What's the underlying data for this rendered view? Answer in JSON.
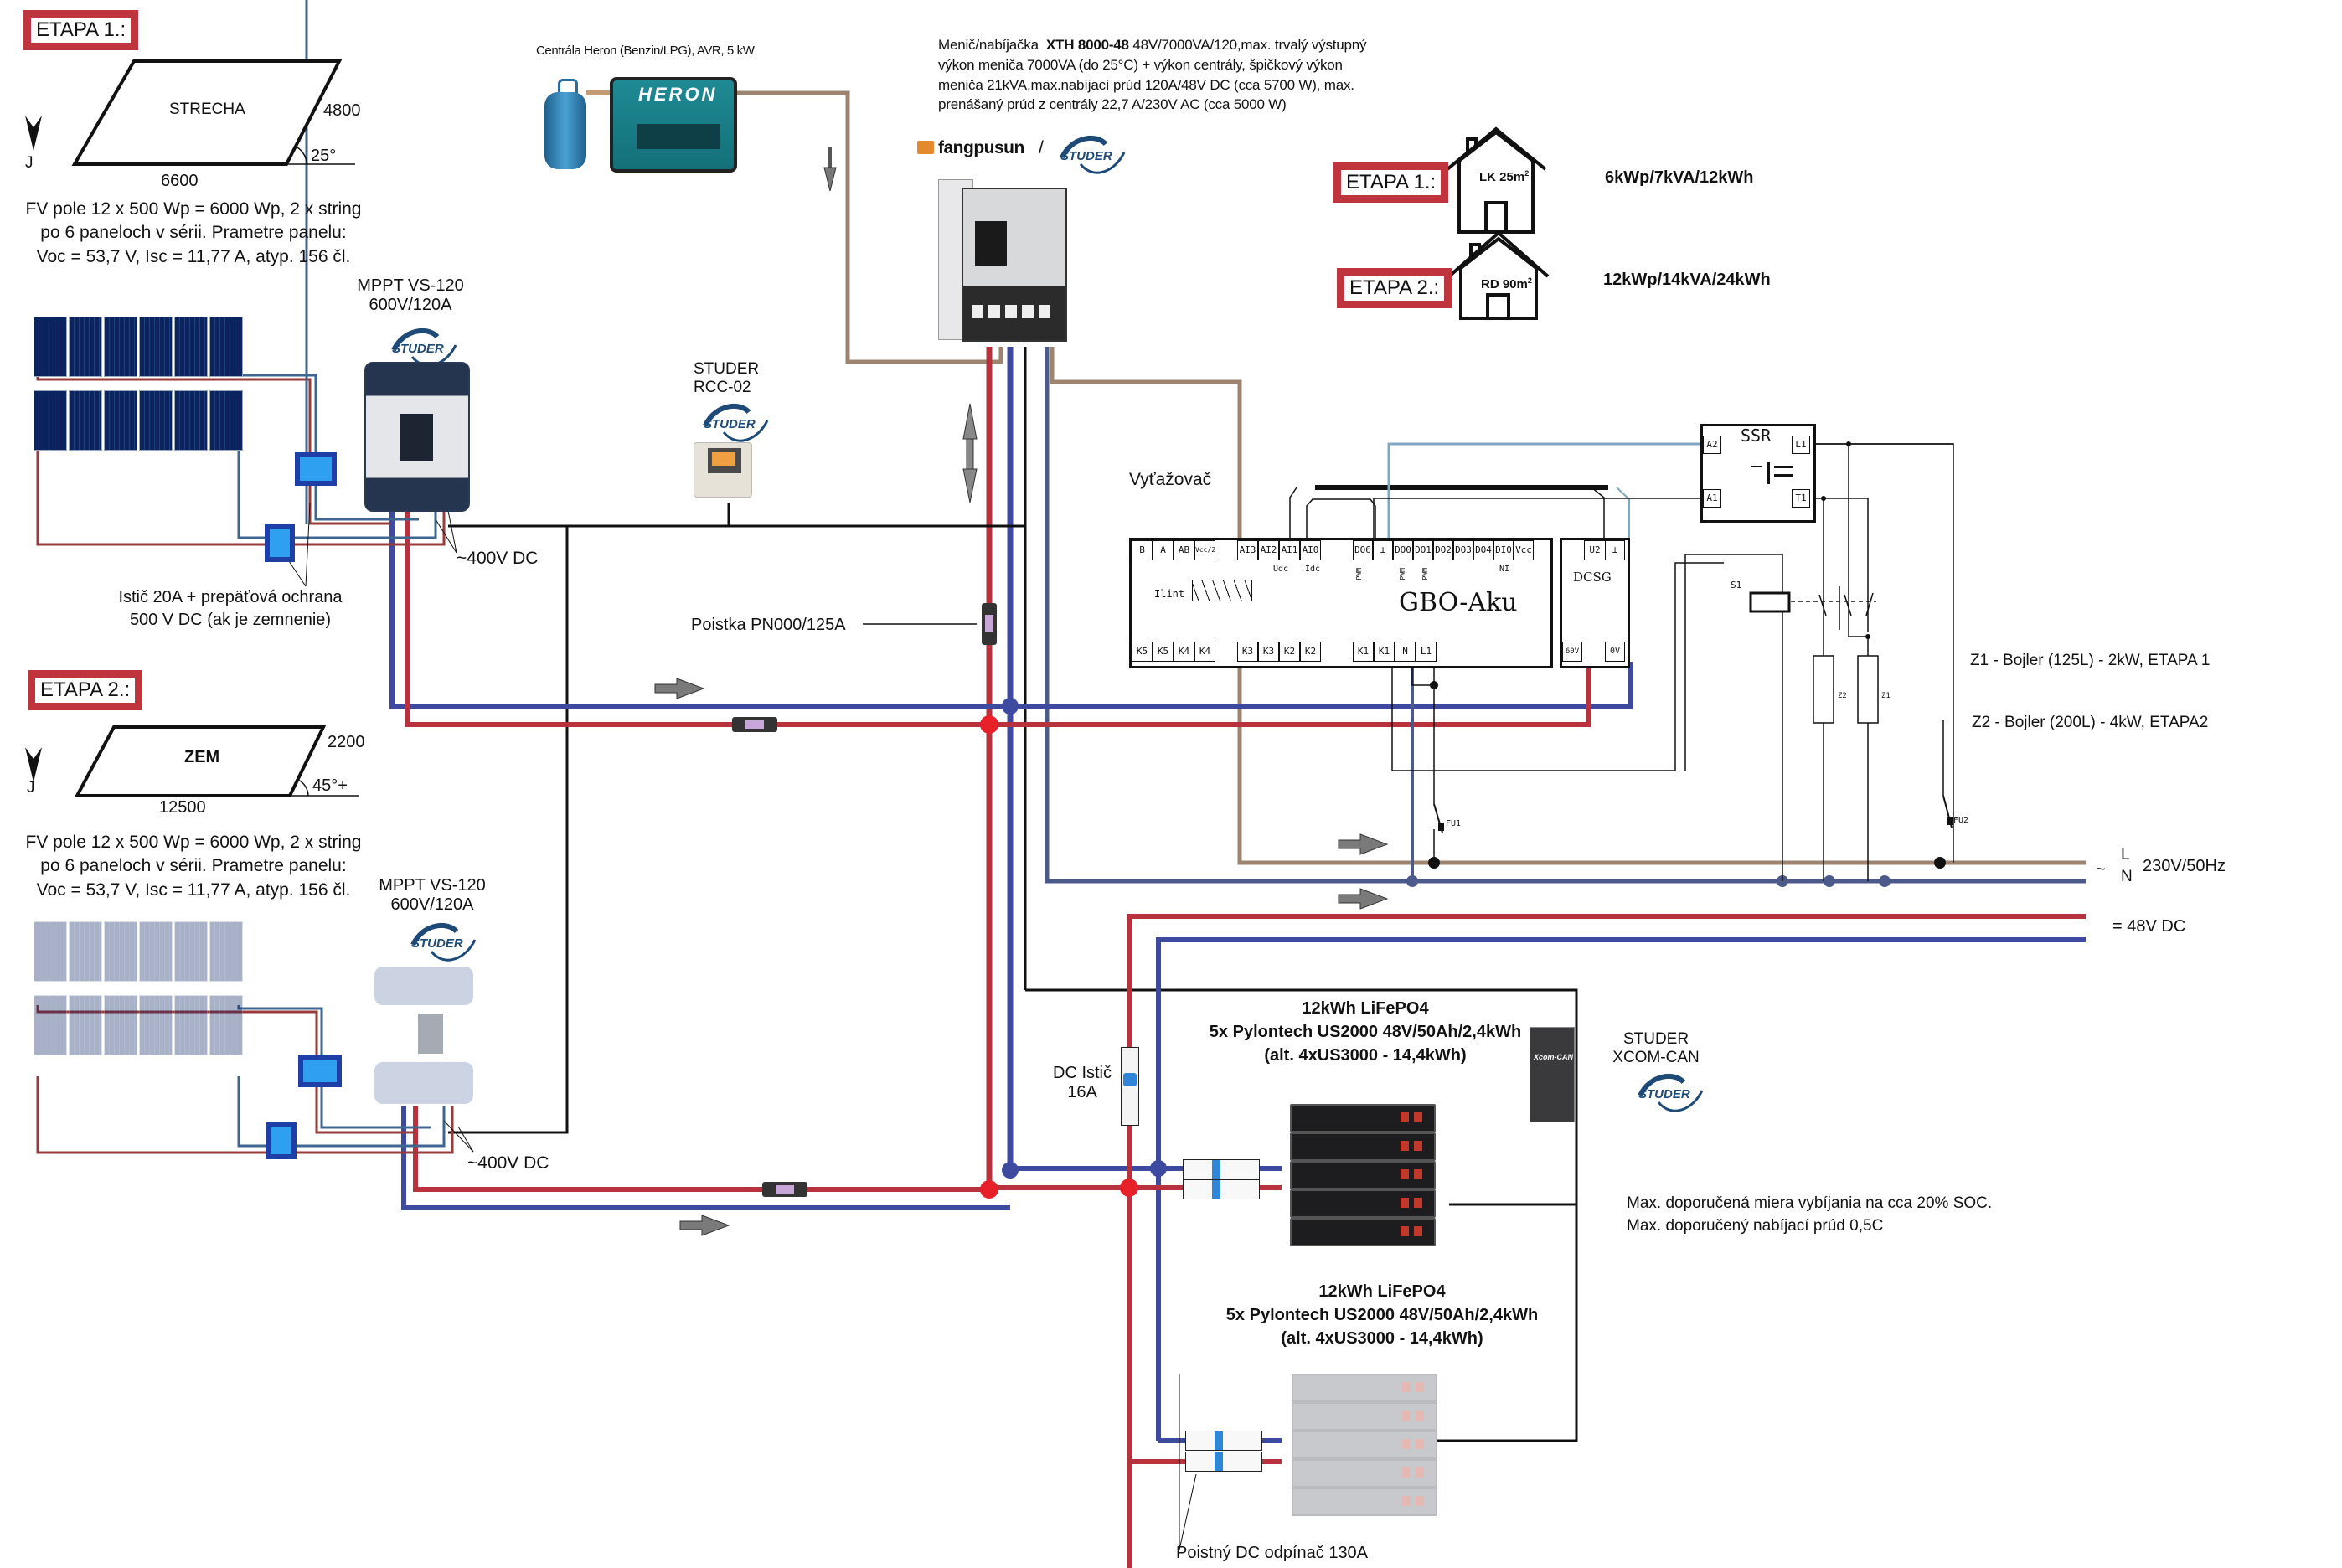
{
  "etapa1": {
    "label": "ETAPA 1.:",
    "roof": {
      "name": "STRECHA",
      "width": "6600",
      "depth": "4800",
      "angle": "25°",
      "south": "J"
    },
    "pv_desc": [
      "FV pole 12 x 500 Wp = 6000 Wp, 2 x string",
      "po 6 paneloch v sérii. Prametre panelu:",
      "Voc = 53,7 V, Isc = 11,77 A, atyp. 156 čl."
    ],
    "mppt": [
      "MPPT VS-120",
      "600V/120A"
    ],
    "dc_voltage": "~400V DC",
    "breaker_note": [
      "Istič 20A + prepäťová ochrana",
      "500 V DC (ak je  zemnenie)"
    ]
  },
  "etapa2": {
    "label": "ETAPA 2.:",
    "ground": {
      "name": "ZEM",
      "width": "12500",
      "depth": "2200",
      "angle": "45°+",
      "south": "J"
    },
    "pv_desc": [
      "FV pole 12 x 500 Wp = 6000 Wp, 2 x string",
      "po 6 paneloch v sérii. Prametre panelu:",
      "Voc = 53,7 V, Isc = 11,77 A, atyp. 156 čl."
    ],
    "mppt": [
      "MPPT VS-120",
      "600V/120A"
    ],
    "dc_voltage": "~400V DC"
  },
  "generator": {
    "label": "Centrála Heron (Benzin/LPG), AVR, 5 kW",
    "brand": "HERON"
  },
  "inverter": {
    "desc_lead": "Menič/nabíjačka",
    "model": "XTH 8000-48",
    "desc_rest": "48V/7000VA/120,max.  trvalý  výstupný",
    "desc_lines": [
      "výkon  meniča 7000VA (do 25°C)  +  výkon  centrály,  špičkový  výkon",
      "meniča  21kVA,max.nabíjací  prúd 120A/48V  DC  (cca 5700 W),  max.",
      "prenášaný  prúd z centrály 22,7  A/230V  AC   (cca 5000  W)"
    ],
    "brand1": "fangpusun",
    "brand_sep": "/",
    "brand2": "STUDER"
  },
  "stages": [
    {
      "label": "ETAPA 1.:",
      "house": "LK 25m",
      "sup": "2",
      "spec": "6kWp/7kVA/12kWh"
    },
    {
      "label": "ETAPA 2.:",
      "house": "RD 90m",
      "sup": "2",
      "spec": "12kWp/14kVA/24kWh"
    }
  ],
  "rcc": [
    "STUDER",
    "RCC-02"
  ],
  "studer_logo": "STUDER",
  "fuse_label": "Poistka PN000/125A",
  "diverter": {
    "label": "Vyťažovač",
    "name": "GBO-Aku",
    "top_terminals_left": [
      "B",
      "A",
      "AB",
      "Vcc/2"
    ],
    "top_terminals_mid": [
      "AI3",
      "AI2",
      "AI1",
      "AI0"
    ],
    "mid_sublabels": [
      "Udc",
      "Idc"
    ],
    "top_terminals_right": [
      "DO6",
      "⊥",
      "DO0",
      "DO1",
      "DO2",
      "DO3",
      "DO4",
      "DI0",
      "Vcc"
    ],
    "pwm": "PWM",
    "ni": "NI",
    "ilint": "Ilint",
    "bottom_left": [
      "K5",
      "K5",
      "K4",
      "K4"
    ],
    "bottom_mid": [
      "K3",
      "K3",
      "K2",
      "K2"
    ],
    "bottom_right": [
      "K1",
      "K1",
      "N",
      "L1"
    ]
  },
  "dcsg": {
    "name": "DCSG",
    "top": [
      "",
      "U2",
      "⊥"
    ],
    "bottom": [
      "60V",
      "",
      "0V"
    ]
  },
  "ssr": {
    "name": "SSR",
    "a2": "A2",
    "a1": "A1",
    "l1": "L1",
    "t1": "T1",
    "a2_sign": "−",
    "a1_sign": "+"
  },
  "contactor": {
    "name": "S1"
  },
  "loads": [
    {
      "id": "Z2",
      "desc": "Z2 - Bojler (200L) - 4kW, ETAPA2"
    },
    {
      "id": "Z1",
      "desc": "Z1 - Bojler (125L) - 2kW, ETAPA 1"
    }
  ],
  "fuses": [
    "FU1",
    "FU2"
  ],
  "ac_bus": {
    "tilde": "~",
    "l": "L",
    "n": "N",
    "label": "230V/50Hz"
  },
  "dc_bus": {
    "label": "= 48V DC"
  },
  "dc_breaker": [
    "DC Istič",
    "16A"
  ],
  "battery1": {
    "title": "12kWh  LiFePO4",
    "line2": "5x Pylontech US2000 48V/50Ah/2,4kWh",
    "line3": "(alt. 4xUS3000 - 14,4kWh)",
    "modules": 5
  },
  "battery2": {
    "title": "12kWh  LiFePO4",
    "line2": "5x Pylontech US2000 48V/50Ah/2,4kWh",
    "line3": "(alt. 4xUS3000 - 14,4kWh)",
    "modules": 5
  },
  "xcom": {
    "label": [
      "STUDER",
      "XCOM-CAN"
    ],
    "device_text": "Xcom-CAN"
  },
  "battery_notes": [
    "Max. doporučená miera vybíjania na cca 20% SOC.",
    "Max. doporučený nabíjací prúd 0,5C"
  ],
  "disconnector_label": "Poistný DC odpínač 130A",
  "colors": {
    "dc_pos": "#b8323d",
    "dc_neg": "#3e4aa0",
    "ac_l": "#9c8470",
    "ac_n": "#4b5a8a",
    "etapa_border": "#c0353d",
    "signal": "#7fa8c0"
  }
}
